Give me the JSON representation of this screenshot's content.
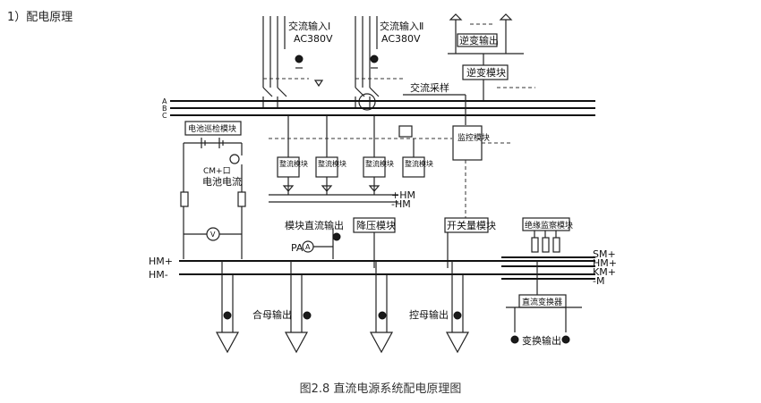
{
  "heading": "1）配电原理",
  "caption": "图2.8 直流电源系统配电原理图",
  "labels": {
    "ac_input_1": "交流输入Ⅰ",
    "ac_input_1_voltage": "AC380V",
    "ac_input_2": "交流输入Ⅱ",
    "ac_input_2_voltage": "AC380V",
    "inverter_output": "逆变输出",
    "inverter_module": "逆变模块",
    "ac_sampling": "交流采样",
    "phase_a": "A",
    "phase_b": "B",
    "phase_c": "C",
    "battery_inspection_module": "电池巡检模块",
    "cm_node": "CM+口",
    "battery_current": "电池电流",
    "rectifier_modules": [
      "整流模块",
      "整流模块",
      "整流模块",
      "整流模块"
    ],
    "monitor_module": "监控模块",
    "hm_plus_small": "+HM",
    "hm_minus_small": "-HM",
    "module_dc_output": "模块直流输出",
    "step_down_module": "降压模块",
    "switch_monitor_module": "开关量模块",
    "insulation_monitor_module": "绝缘监察模块",
    "pa": "PA",
    "meter_a": "A",
    "meter_v": "V",
    "hm_plus": "HM+",
    "hm_minus": "HM-",
    "sm_plus": "SM+",
    "hm_plus_right": "HM+",
    "km_plus": "KM+",
    "minus_m": "-M",
    "closing_bus_output": "合母输出",
    "control_bus_output": "控母输出",
    "dc_converter": "直流变换器",
    "converter_output": "变换输出"
  }
}
